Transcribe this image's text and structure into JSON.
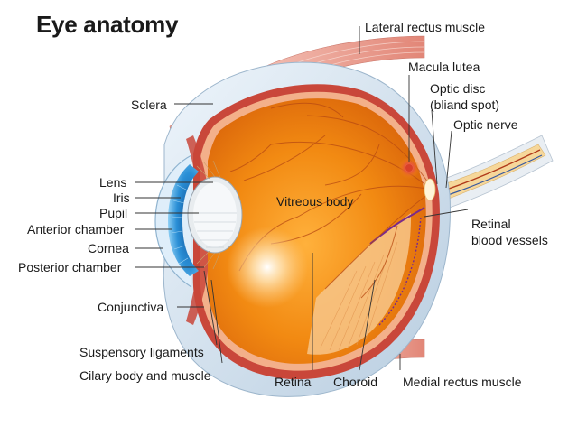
{
  "diagram": {
    "title": "Eye anatomy",
    "labels": {
      "lateral_rectus": "Lateral rectus muscle",
      "macula_lutea": "Macula lutea",
      "optic_disc_1": "Optic disc",
      "optic_disc_2": "(bliand spot)",
      "optic_nerve": "Optic nerve",
      "sclera": "Sclera",
      "lens": "Lens",
      "iris": "Iris",
      "pupil": "Pupil",
      "anterior_chamber": "Anterior chamber",
      "cornea": "Cornea",
      "posterior_chamber": "Posterior chamber",
      "conjunctiva": "Conjunctiva",
      "suspensory_ligaments": "Suspensory ligaments",
      "ciliary_body": "Cilary body and muscle",
      "vitreous_body": "Vitreous body",
      "retinal_vessels_1": "Retinal",
      "retinal_vessels_2": "blood vessels",
      "retina": "Retina",
      "choroid": "Choroid",
      "medial_rectus": "Medial rectus muscle"
    },
    "colors": {
      "vitreous": "#f28a12",
      "vitreous_dark": "#d9640a",
      "sclera": "#d4e3ef",
      "sclera_edge": "#a9c2d8",
      "muscle": "#e89a8e",
      "iris": "#2a8fd6",
      "vessel": "#b03a1a",
      "nerve": "#f6d79a",
      "macula": "#e0502a",
      "leader": "#333333"
    }
  }
}
